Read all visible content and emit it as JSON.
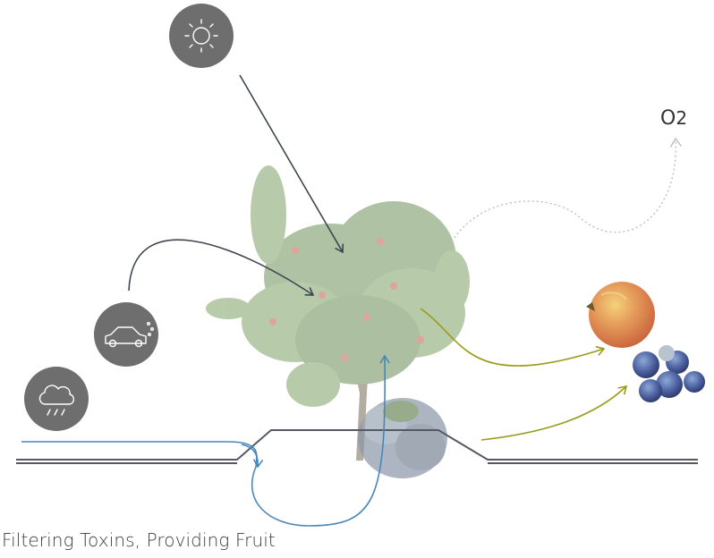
{
  "diagram": {
    "caption": "Filtering Toxins, Providing Fruit",
    "oxygen_label": "O",
    "oxygen_subscript": "2",
    "icons": {
      "sun": "sun-icon",
      "car": "car-emissions-icon",
      "rain": "rain-cloud-icon"
    },
    "fruits": [
      "apple",
      "blueberries"
    ],
    "colors": {
      "arrow_dark": "#3f4650",
      "arrow_water": "#4a86b8",
      "arrow_fruit": "#9a9a1a",
      "oxygen_dotted": "#bdbdbd",
      "icon_bg": "#6e6e6e",
      "ground": "#555a62",
      "tree": "#7f9a6a"
    }
  }
}
